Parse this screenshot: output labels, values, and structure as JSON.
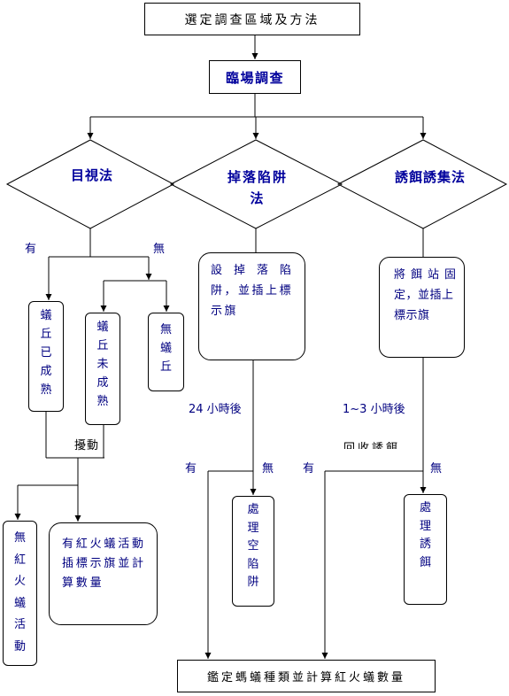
{
  "colors": {
    "line": "#000000",
    "heading": "#00009C",
    "text": "#000080",
    "plain": "#000000"
  },
  "start": {
    "label": "選定調查區域及方法"
  },
  "survey": {
    "label": "臨場調查"
  },
  "methods": {
    "visual": "目視法",
    "trap": [
      "掉落陷阱",
      "法"
    ],
    "bait": "誘餌誘集法"
  },
  "visual": {
    "yes": "有",
    "no": "無",
    "mound_mature": "蟻丘已成熟",
    "mound_immature": "蟻丘未成熟",
    "no_mound": "無蟻丘",
    "disturb": "擾動",
    "no_activity": "無紅火蟻活動",
    "activity": [
      "有紅火蟻活動",
      "插標示旗並計",
      "算數量"
    ]
  },
  "trap": {
    "setup": [
      "設掉落陷",
      "阱，並插上標",
      "示旗"
    ],
    "wait": "24 小時後",
    "yes": "有",
    "no": "無",
    "empty": "處理空陷阱"
  },
  "bait": {
    "setup": [
      "將餌站固",
      "定，並插上",
      "標示旗"
    ],
    "wait": "1~3 小時後",
    "recover": "回收誘餌",
    "yes": "有",
    "no": "無",
    "process": "處理誘餌"
  },
  "end": {
    "label": "鑑定螞蟻種類並計算紅火蟻數量"
  }
}
